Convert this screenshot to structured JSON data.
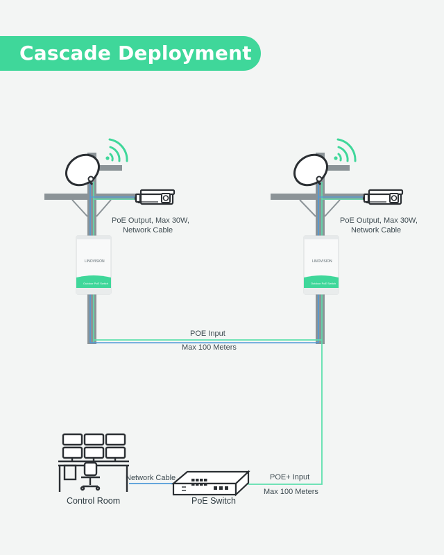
{
  "title": "Cascade Deployment",
  "colors": {
    "accent": "#3fd79a",
    "cable_green": "#5ee0ad",
    "cable_blue": "#4f9ad8",
    "pole": "#8b9397",
    "background": "#f3f5f4"
  },
  "poles": [
    {
      "output_label_line1": "PoE Output, Max 30W,",
      "output_label_line2": "Network Cable",
      "device_brand": "LINOVISION",
      "device_band": "Outdoor PoE Switch"
    },
    {
      "output_label_line1": "PoE Output, Max 30W,",
      "output_label_line2": "Network Cable",
      "device_brand": "LINOVISION",
      "device_band": "Outdoor PoE Switch"
    }
  ],
  "links": {
    "cascade_input": "POE Input",
    "cascade_distance": "Max 100 Meters",
    "uplink_input": "POE+ Input",
    "uplink_distance": "Max 100 Meters",
    "control_cable": "Network Cable"
  },
  "nodes": {
    "control_room": "Control Room",
    "poe_switch": "PoE Switch"
  },
  "icons": [
    "wifi-icon",
    "dish-antenna-icon",
    "bullet-camera-icon",
    "monitor-wall-icon",
    "office-chair-icon",
    "poe-switch-icon"
  ]
}
